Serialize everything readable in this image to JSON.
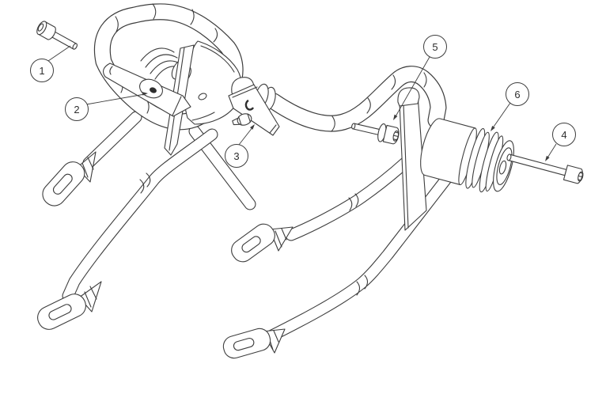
{
  "diagram": {
    "background_color": "#ffffff",
    "line_color": "#3d3d3d",
    "callouts": [
      {
        "label": "1"
      },
      {
        "label": "2"
      },
      {
        "label": "3"
      },
      {
        "label": "4"
      },
      {
        "label": "5"
      },
      {
        "label": "6"
      }
    ]
  }
}
